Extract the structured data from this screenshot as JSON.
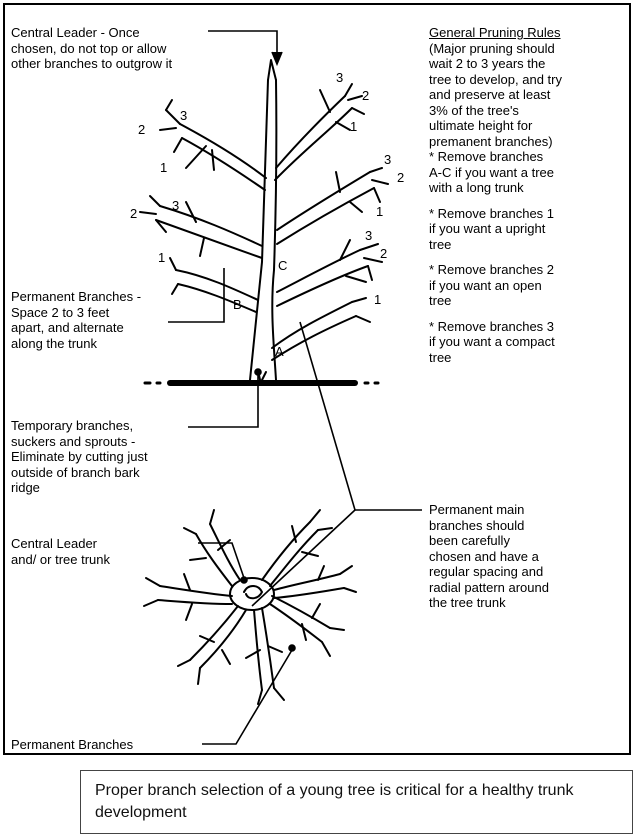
{
  "labels": {
    "central_leader": "Central Leader - Once\nchosen, do not top or allow\nother branches to outgrow it",
    "permanent_branches": "Permanent Branches -\nSpace 2 to 3 feet\napart, and alternate\nalong the trunk",
    "temporary_branches": "Temporary branches,\nsuckers and sprouts -\nEliminate by cutting just\noutside of branch bark\nridge",
    "central_leader_trunk": "Central Leader\nand/ or tree trunk",
    "permanent_branches_bottom": "Permanent Branches",
    "main_branches": "Permanent main\nbranches should\nbeen carefully\nchosen and have a\nregular spacing and\nradial pattern around\nthe tree trunk"
  },
  "rules": {
    "title": "General Pruning Rules",
    "intro": "(Major pruning should\nwait 2 to 3 years the\ntree to develop, and try\nand preserve at least\n3% of the tree's\nultimate height for\npremanent branches)",
    "items": [
      "* Remove branches\nA-C if you want a tree\nwith a long trunk",
      "* Remove branches 1\nif you want a upright\ntree",
      "* Remove branches 2\nif you want an open\ntree",
      "* Remove branches 3\nif you want a compact\ntree"
    ]
  },
  "markers": {
    "a": "A",
    "b": "B",
    "c": "C",
    "n1": "1",
    "n2": "2",
    "n3": "3"
  },
  "caption": "Proper branch selection of a young tree is  critical for a healthy  trunk development"
}
